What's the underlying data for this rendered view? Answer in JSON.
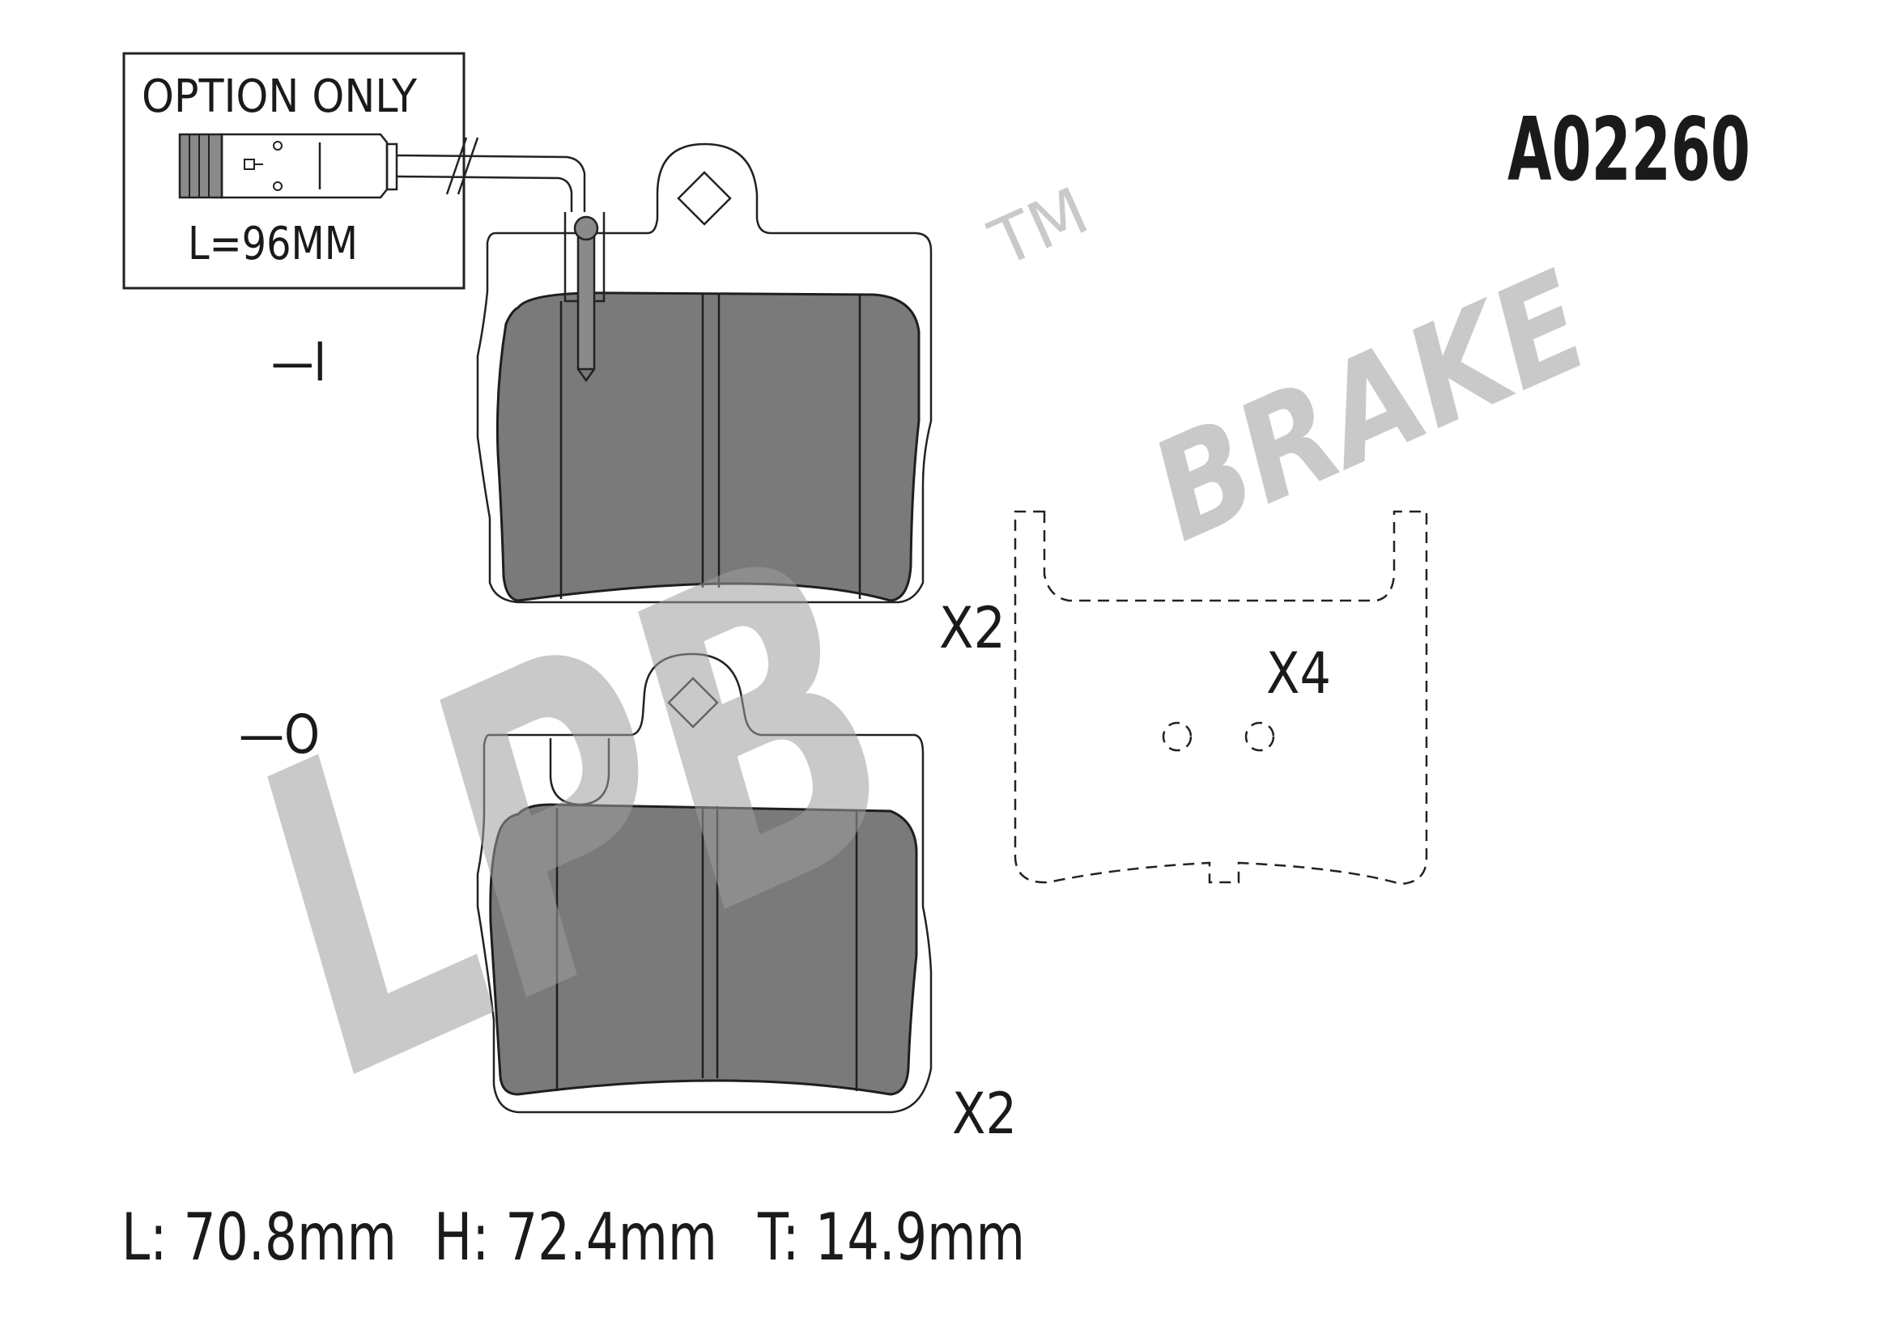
{
  "part_number": "A02260",
  "option_box": {
    "title": "OPTION ONLY",
    "length": "L=96MM"
  },
  "side_markers": {
    "inner": "—I",
    "outer": "—O"
  },
  "quantities": {
    "inner_pad": "X2",
    "outer_pad": "X2",
    "shim": "X4"
  },
  "brand": {
    "logo_letters": "LPB",
    "word": "BRAKE",
    "trademark": "TM"
  },
  "dimensions": {
    "length": "L: 70.8mm",
    "height": "H: 72.4mm",
    "thickness": "T: 14.9mm"
  },
  "colors": {
    "friction": "#7a7a7a",
    "line": "#1e1e1e",
    "watermark": "#9e9e9e"
  }
}
